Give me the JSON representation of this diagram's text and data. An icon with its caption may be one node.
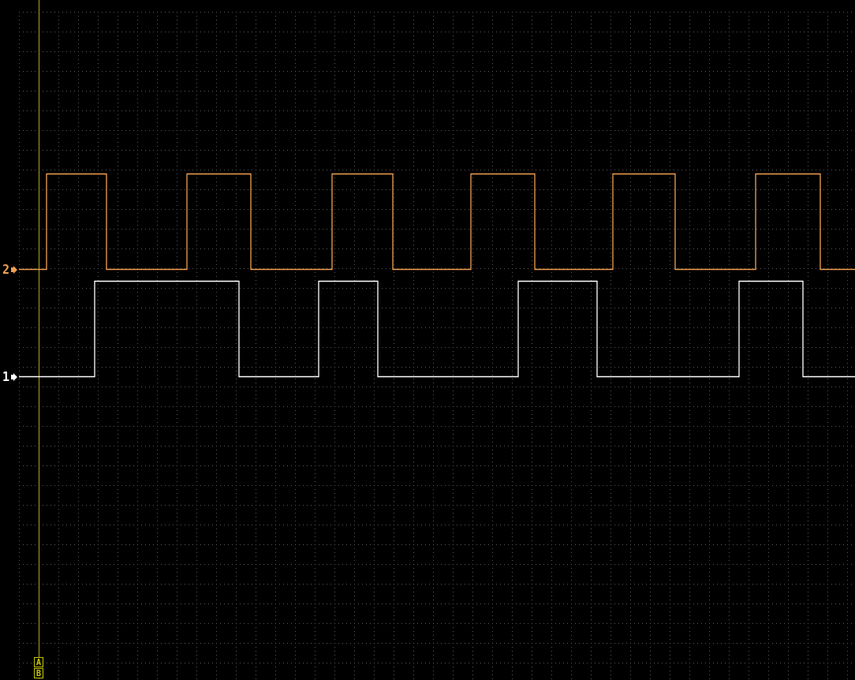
{
  "diagram": {
    "labels": [
      "2",
      "1",
      "A",
      "B"
    ]
  }
}
